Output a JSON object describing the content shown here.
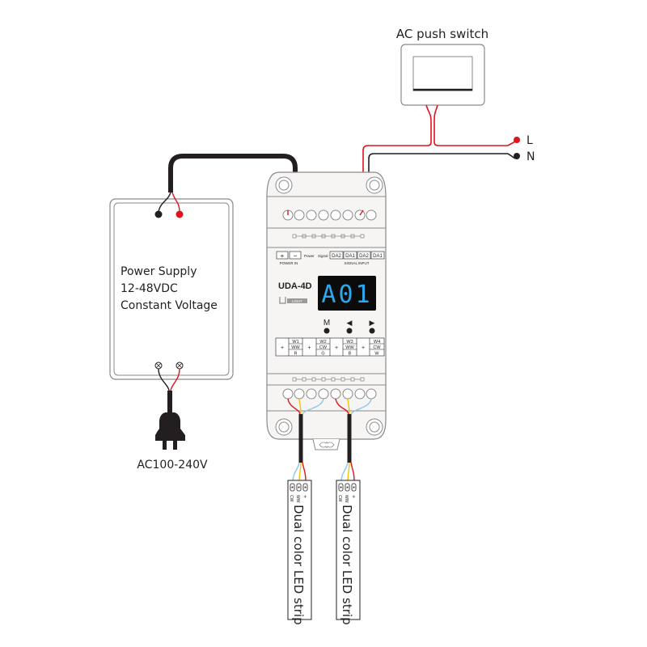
{
  "switch": {
    "label": "AC push switch"
  },
  "mains": {
    "live": "L",
    "neutral": "N"
  },
  "power_supply": {
    "line1": "Power Supply",
    "line2": "12-48VDC",
    "line3": "Constant Voltage",
    "input_label": "AC100-240V"
  },
  "controller": {
    "model": "UDA-4D",
    "brand": "LIGHT",
    "display": "A01",
    "display_color": "#2aa8f0",
    "top_terminals": {
      "plus": "+",
      "minus": "−",
      "power": "Power",
      "signal": "Signal",
      "da": [
        "DA2",
        "DA1",
        "DA2",
        "DA1"
      ],
      "power_in": "POWER IN",
      "signal_input": "SIGNAL INPUT"
    },
    "buttons": [
      {
        "label": "M",
        "name": "mode"
      },
      {
        "label": "◀",
        "name": "left"
      },
      {
        "label": "▶",
        "name": "right"
      }
    ],
    "outputs": [
      {
        "plus": "+",
        "ch": "W1",
        "mode": "WW",
        "color": "R"
      },
      {
        "plus": "+",
        "ch": "W2",
        "mode": "CW",
        "color": "G"
      },
      {
        "plus": "+",
        "ch": "W3",
        "mode": "WW",
        "color": "B"
      },
      {
        "plus": "+",
        "ch": "W4",
        "mode": "CW",
        "color": "W"
      }
    ]
  },
  "strips": [
    {
      "label": "Dual color LED strip",
      "pins": [
        "CW",
        "WW",
        "+"
      ]
    },
    {
      "label": "Dual color LED strip",
      "pins": [
        "CW",
        "WW",
        "+"
      ]
    }
  ],
  "colors": {
    "live": "#e1121c",
    "neutral": "#231f20",
    "ww": "#f5c400",
    "cw": "#86c8ea",
    "outline": "#8a8a8a"
  }
}
